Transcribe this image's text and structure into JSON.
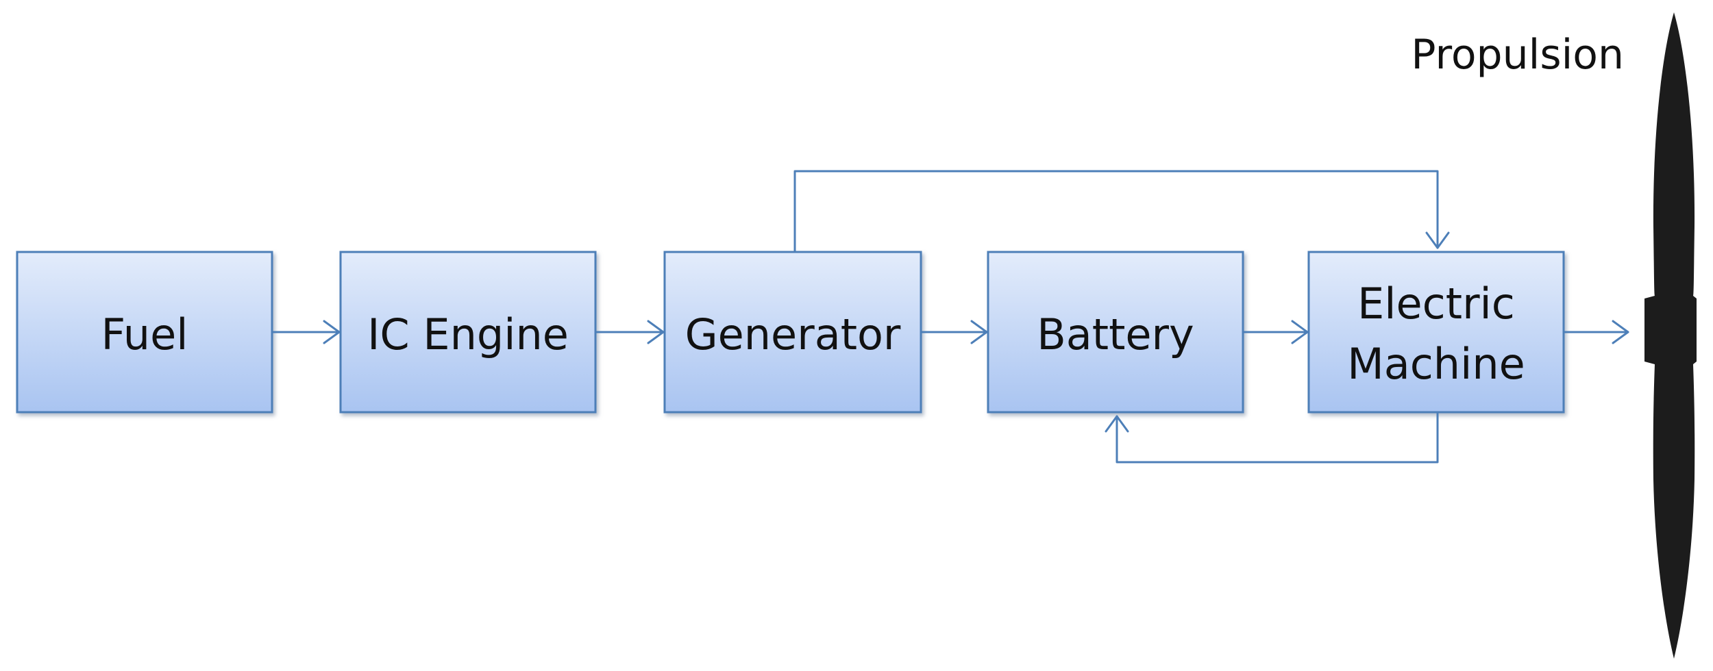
{
  "diagram": {
    "title": "Propulsion",
    "boxes": {
      "fuel": {
        "label": "Fuel"
      },
      "ic_engine": {
        "label": "IC Engine"
      },
      "generator": {
        "label": "Generator"
      },
      "battery": {
        "label": "Battery"
      },
      "electric_machine": {
        "line1": "Electric",
        "line2": "Machine"
      }
    },
    "connections": [
      {
        "from": "Fuel",
        "to": "IC Engine"
      },
      {
        "from": "IC Engine",
        "to": "Generator"
      },
      {
        "from": "Generator",
        "to": "Battery"
      },
      {
        "from": "Battery",
        "to": "Electric Machine"
      },
      {
        "from": "Generator",
        "to": "Electric Machine"
      },
      {
        "from": "Electric Machine",
        "to": "Battery"
      },
      {
        "from": "Electric Machine",
        "to": "Propulsion"
      }
    ]
  },
  "colors": {
    "box_fill_top": "#e3ecfb",
    "box_fill_bottom": "#a9c4f1",
    "box_stroke": "#4d7fb8",
    "arrow": "#4d7fb8",
    "propeller": "#1c1c1c",
    "text": "#111111"
  }
}
